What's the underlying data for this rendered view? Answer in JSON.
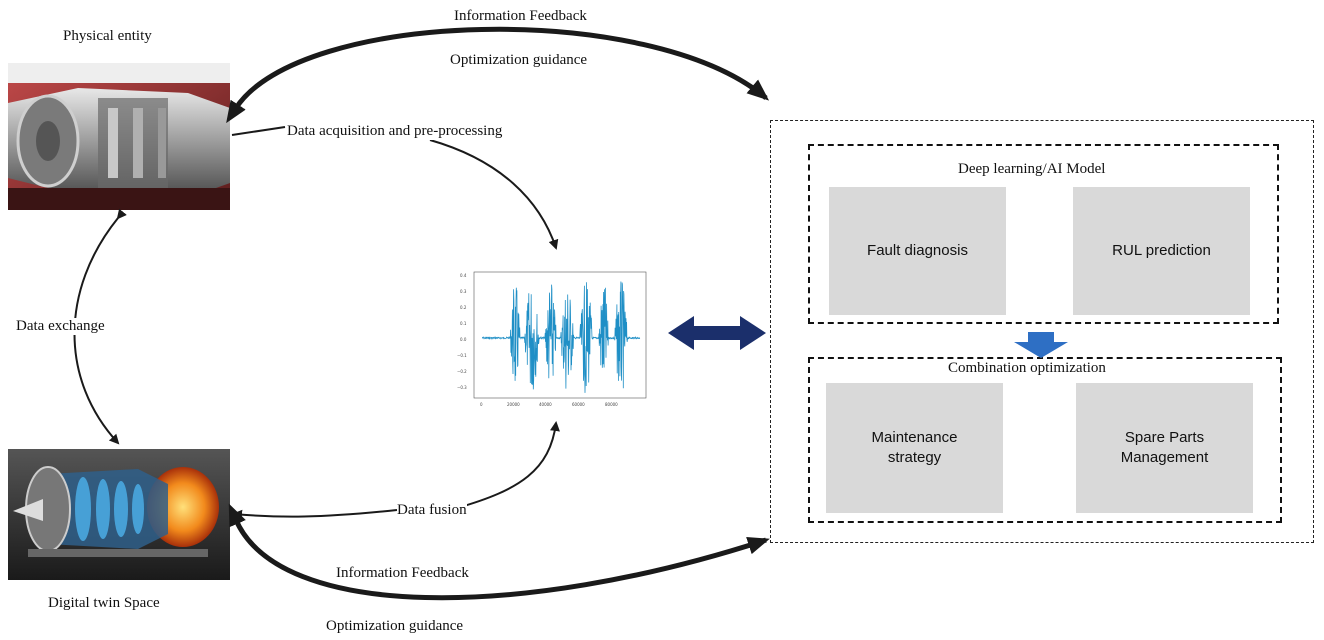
{
  "labels": {
    "physical_entity": "Physical entity",
    "digital_twin_space": "Digital twin Space",
    "data_exchange": "Data exchange",
    "data_acquisition": "Data acquisition and pre-processing",
    "data_fusion": "Data fusion",
    "info_feedback_top": "Information Feedback",
    "opt_guidance_top": "Optimization guidance",
    "info_feedback_bottom": "Information Feedback",
    "opt_guidance_bottom": "Optimization guidance"
  },
  "model_panel": {
    "dl_title": "Deep learning/AI Model",
    "fault_diagnosis": "Fault diagnosis",
    "rul_prediction": "RUL prediction",
    "combo_title": "Combination optimization",
    "maintenance_strategy": "Maintenance strategy",
    "spare_parts": "Spare Parts Management"
  },
  "colors": {
    "arrow_dark": "#1a1a1a",
    "grey_box": "#d9d9d9",
    "double_arrow": "#1b2f6b",
    "down_arrow": "#2e6fc4",
    "signal": "#1f8fc6"
  },
  "icons": {
    "physical_image": "jet-engine-photo",
    "digital_image": "jet-engine-render"
  }
}
